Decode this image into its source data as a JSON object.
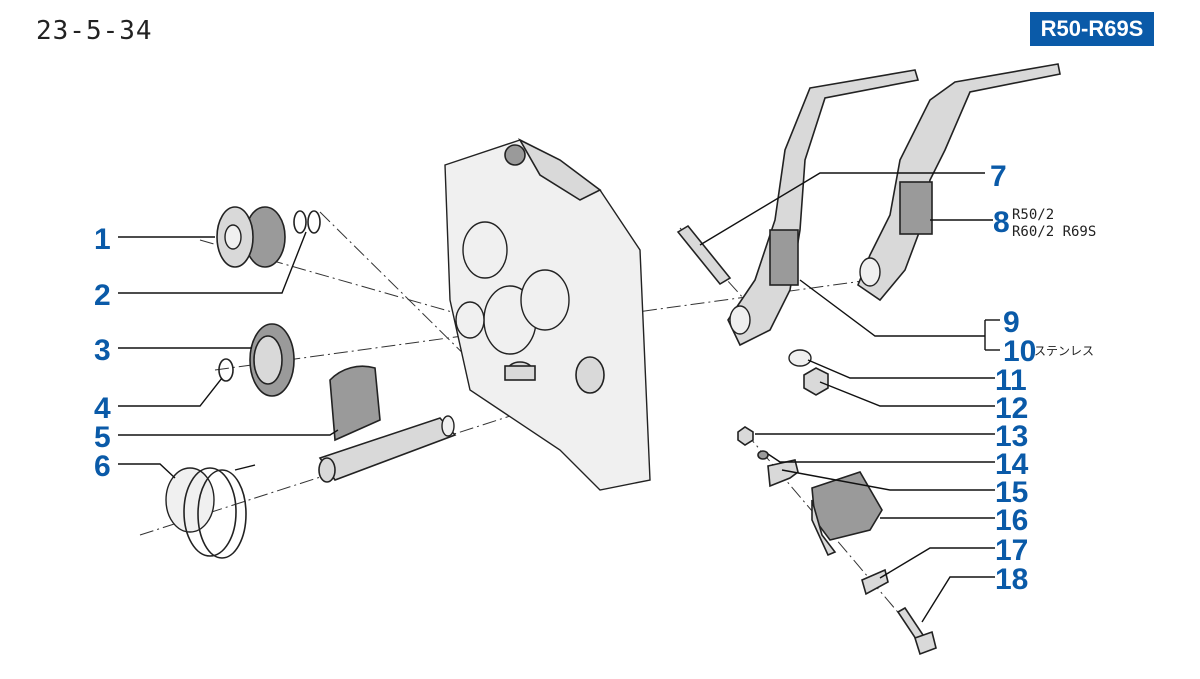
{
  "page_code": "23-5-34",
  "model_badge": "R50-R69S",
  "callouts": [
    {
      "n": "1"
    },
    {
      "n": "2"
    },
    {
      "n": "3"
    },
    {
      "n": "4"
    },
    {
      "n": "5"
    },
    {
      "n": "6"
    },
    {
      "n": "7"
    },
    {
      "n": "8"
    },
    {
      "n": "9"
    },
    {
      "n": "10"
    },
    {
      "n": "11"
    },
    {
      "n": "12"
    },
    {
      "n": "13"
    },
    {
      "n": "14"
    },
    {
      "n": "15"
    },
    {
      "n": "16"
    },
    {
      "n": "17"
    },
    {
      "n": "18"
    }
  ],
  "notes": {
    "item8_line1": "R50/2",
    "item8_line2": "R60/2  R69S",
    "item10": "ステンレス"
  },
  "colors": {
    "badge_bg": "#0a5aa8",
    "callout": "#0a5aa8"
  }
}
